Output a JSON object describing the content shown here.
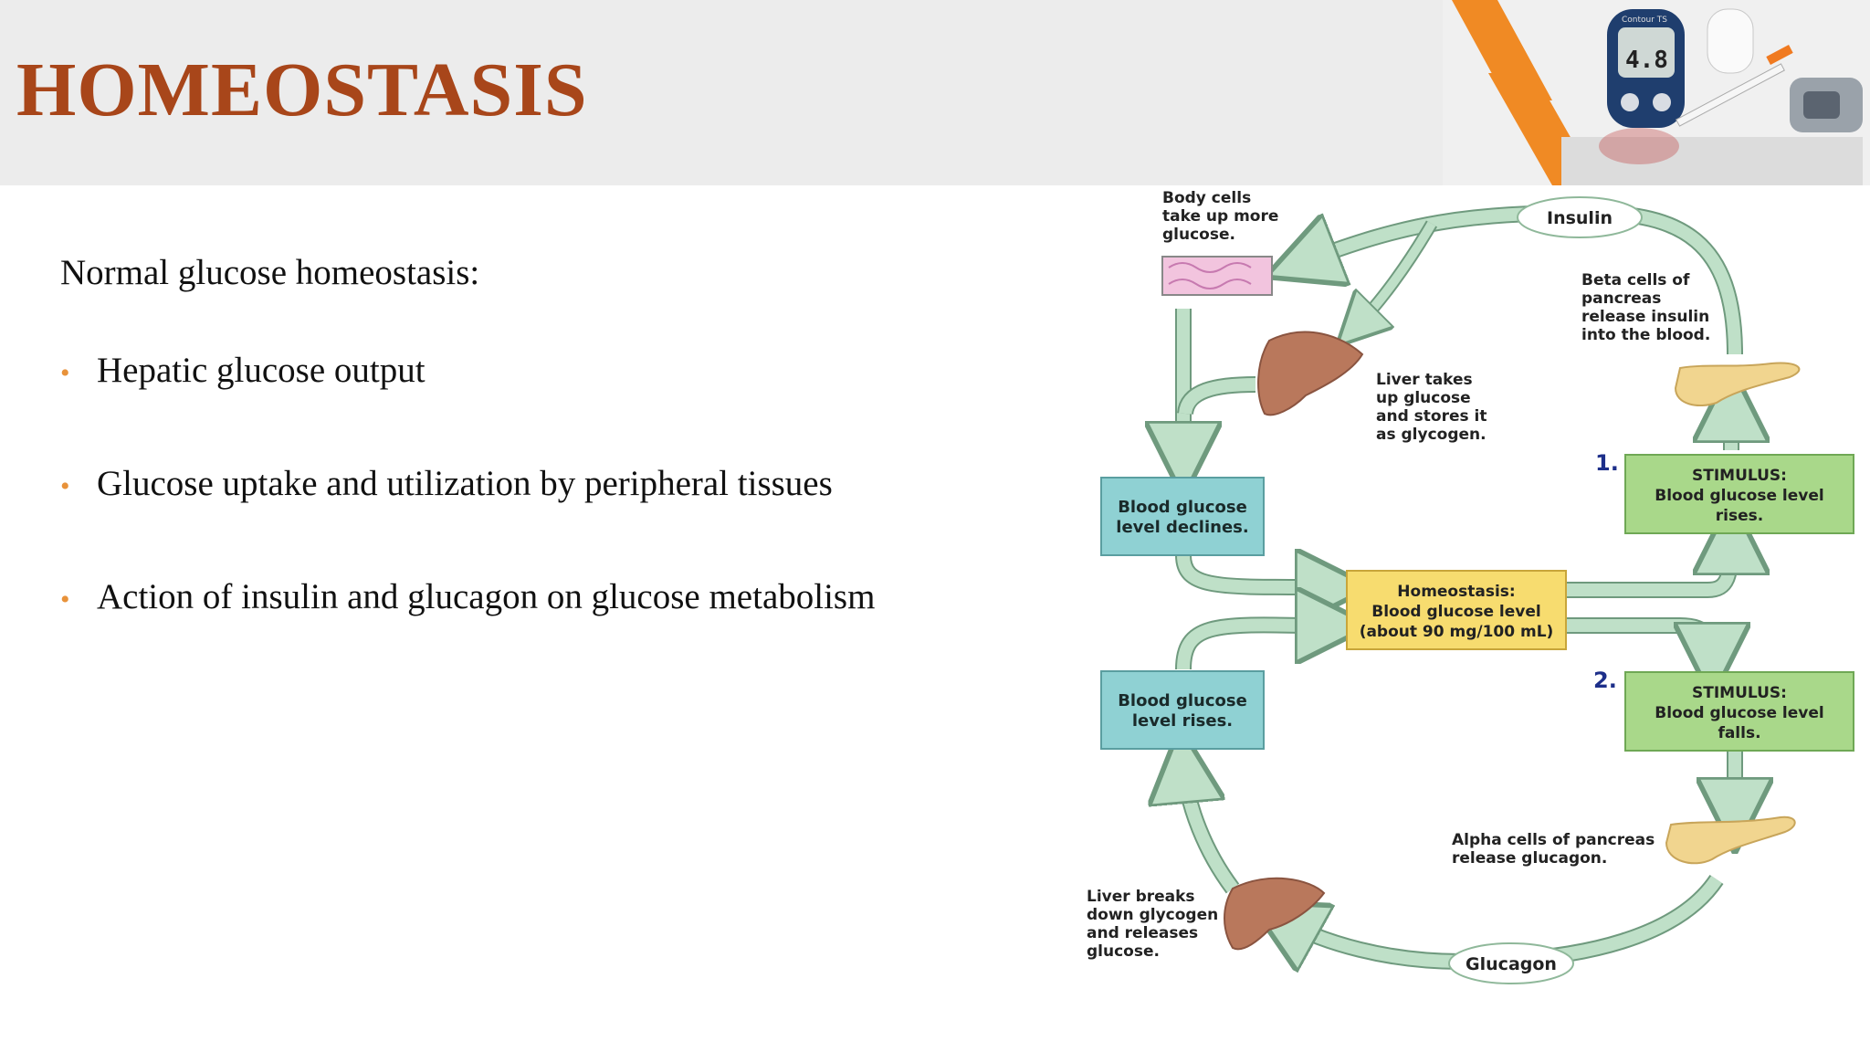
{
  "slide": {
    "title": "HOMEOSTASIS",
    "intro": "Normal glucose homeostasis:",
    "bullets": [
      "Hepatic glucose output",
      "Glucose uptake and utilization by peripheral tissues",
      "Action of insulin and glucagon on glucose metabolism"
    ],
    "bullet_color": "#e8923a",
    "title_color": "#a8461a"
  },
  "header_image": {
    "meter_reading": "4.8",
    "meter_brand": "Contour TS"
  },
  "diagram": {
    "homeostasis_box": [
      "Homeostasis:",
      "Blood glucose level",
      "(about 90 mg/100 mL)"
    ],
    "stimulus_1": {
      "number": "1.",
      "lines": [
        "STIMULUS:",
        "Blood glucose level",
        "rises."
      ]
    },
    "stimulus_2": {
      "number": "2.",
      "lines": [
        "STIMULUS:",
        "Blood glucose level",
        "falls."
      ]
    },
    "beta_cells_text": [
      "Beta cells of",
      "pancreas",
      "release insulin",
      "into the blood."
    ],
    "insulin_label": "Insulin",
    "body_cells_text": [
      "Body cells",
      "take up more",
      "glucose."
    ],
    "liver_takes_text": [
      "Liver takes",
      "up glucose",
      "and stores it",
      "as glycogen."
    ],
    "declines_box": [
      "Blood glucose",
      "level declines."
    ],
    "rises_box": [
      "Blood glucose",
      "level rises."
    ],
    "alpha_cells_text": [
      "Alpha cells of pancreas",
      "release glucagon."
    ],
    "glucagon_label": "Glucagon",
    "liver_breaks_text": [
      "Liver breaks",
      "down glycogen",
      "and releases",
      "glucose."
    ],
    "colors": {
      "arrow": "#bfe0c8",
      "arrow_stroke": "#6f9a7e",
      "teal_box": "#8fd1d3",
      "green_box": "#a9d88a",
      "yellow_box": "#f7dc6f",
      "pancreas": "#f1d58f",
      "liver": "#b9785c"
    }
  }
}
